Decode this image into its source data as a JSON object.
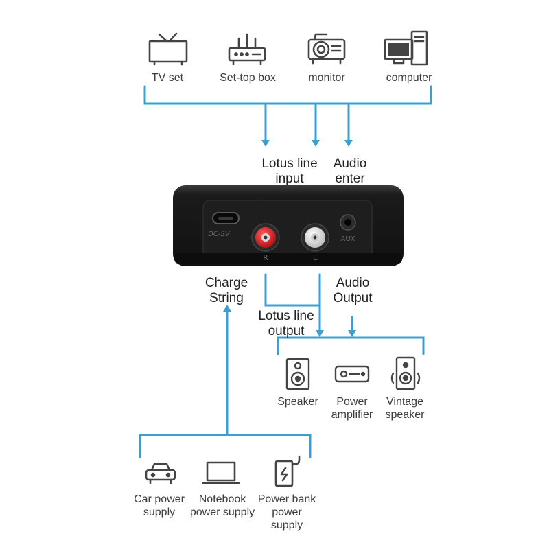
{
  "sources": [
    {
      "label": "TV set",
      "icon": "tv-icon"
    },
    {
      "label": "Set-top box",
      "icon": "router-icon"
    },
    {
      "label": "monitor",
      "icon": "projector-icon"
    },
    {
      "label": "computer",
      "icon": "computer-icon"
    }
  ],
  "inputs": {
    "lotus_line_input": [
      "Lotus line",
      "input"
    ],
    "audio_enter": [
      "Audio",
      "enter"
    ]
  },
  "device": {
    "port_dc": "DC-5V",
    "port_r": "R",
    "port_l": "L",
    "port_aux": "AUX"
  },
  "charge": [
    "Charge",
    "String"
  ],
  "audio_output": [
    "Audio",
    "Output"
  ],
  "lotus_line_output": [
    "Lotus line",
    "output"
  ],
  "outputs": [
    {
      "label": [
        "Speaker"
      ],
      "icon": "speaker-icon"
    },
    {
      "label": [
        "Power",
        "amplifier"
      ],
      "icon": "amplifier-icon"
    },
    {
      "label": [
        "Vintage",
        "speaker"
      ],
      "icon": "vintage-speaker-icon"
    }
  ],
  "power_sources": [
    {
      "label": [
        "Car power",
        "supply"
      ],
      "icon": "car-icon"
    },
    {
      "label": [
        "Notebook",
        "power supply"
      ],
      "icon": "laptop-icon"
    },
    {
      "label": [
        "Power bank",
        "power",
        "supply"
      ],
      "icon": "power-bank-icon"
    }
  ],
  "colors": {
    "line": "#3a9fd3",
    "icon": "#444444",
    "device": "#1c1c1c",
    "rca_red": "#d8141a",
    "rca_white": "#e0e0e0"
  }
}
